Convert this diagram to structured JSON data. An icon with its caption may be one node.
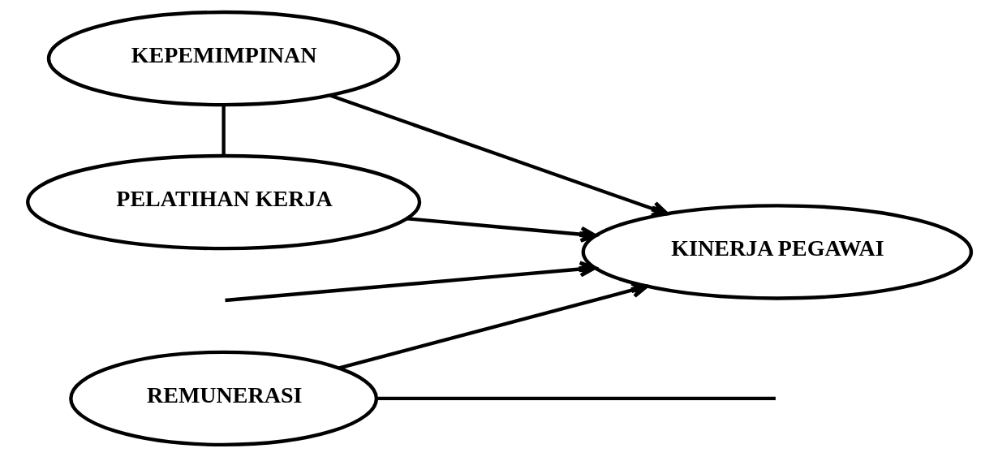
{
  "diagram": {
    "nodes": [
      {
        "text": [
          "KEPEMIMPINAN"
        ]
      },
      {
        "text": [
          "REMUNERASI"
        ]
      },
      {
        "text": [
          "PELATIHAN KERJA"
        ]
      },
      {
        "text": [
          "KINERJA PEGAWAI"
        ]
      }
    ],
    "edges": [
      {
        "from": 0,
        "to": 3,
        "arrow": "to"
      },
      {
        "from": 1,
        "to": 3,
        "arrow": "to"
      },
      {
        "from": 2,
        "to": 3,
        "arrow": "to"
      },
      {
        "from": 0,
        "to": 2,
        "arrow": "none"
      },
      {
        "from": 1,
        "to": null,
        "arrow": "none"
      },
      {
        "from": null,
        "to": 3,
        "arrow": "to"
      }
    ]
  }
}
